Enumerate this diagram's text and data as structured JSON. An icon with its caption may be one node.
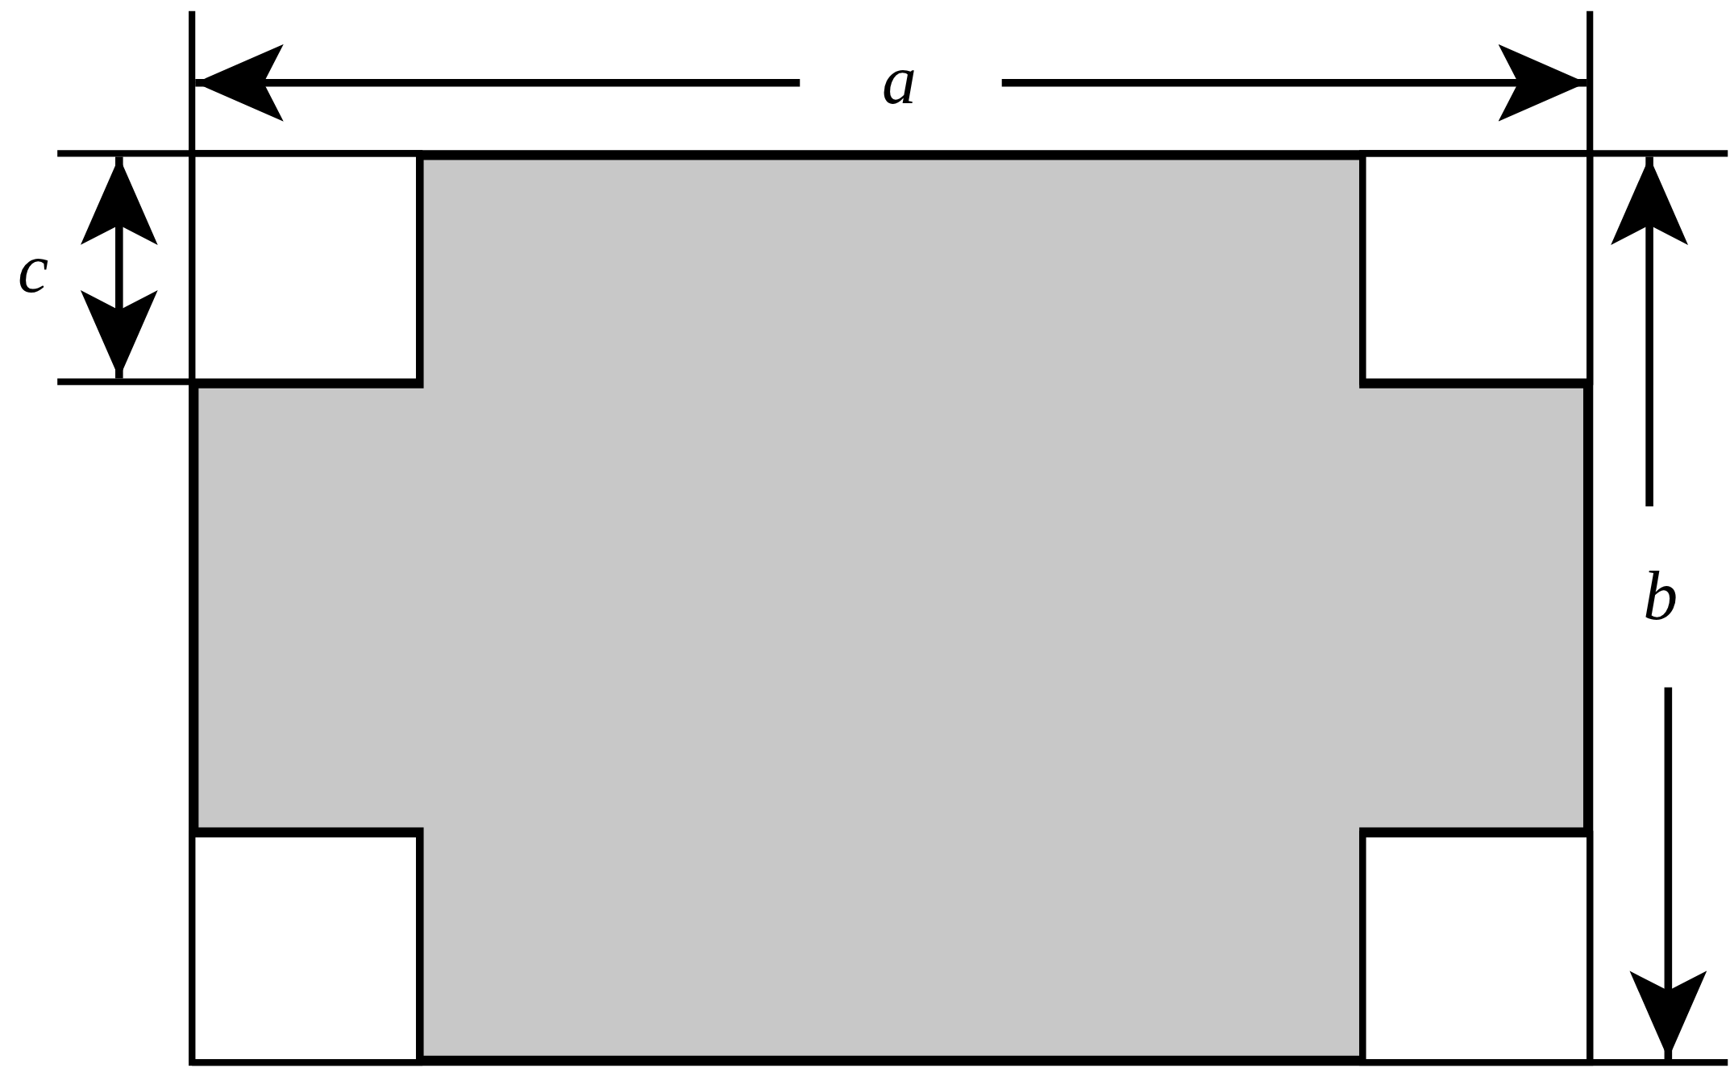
{
  "diagram": {
    "labels": [
      "a",
      "b",
      "c"
    ]
  }
}
